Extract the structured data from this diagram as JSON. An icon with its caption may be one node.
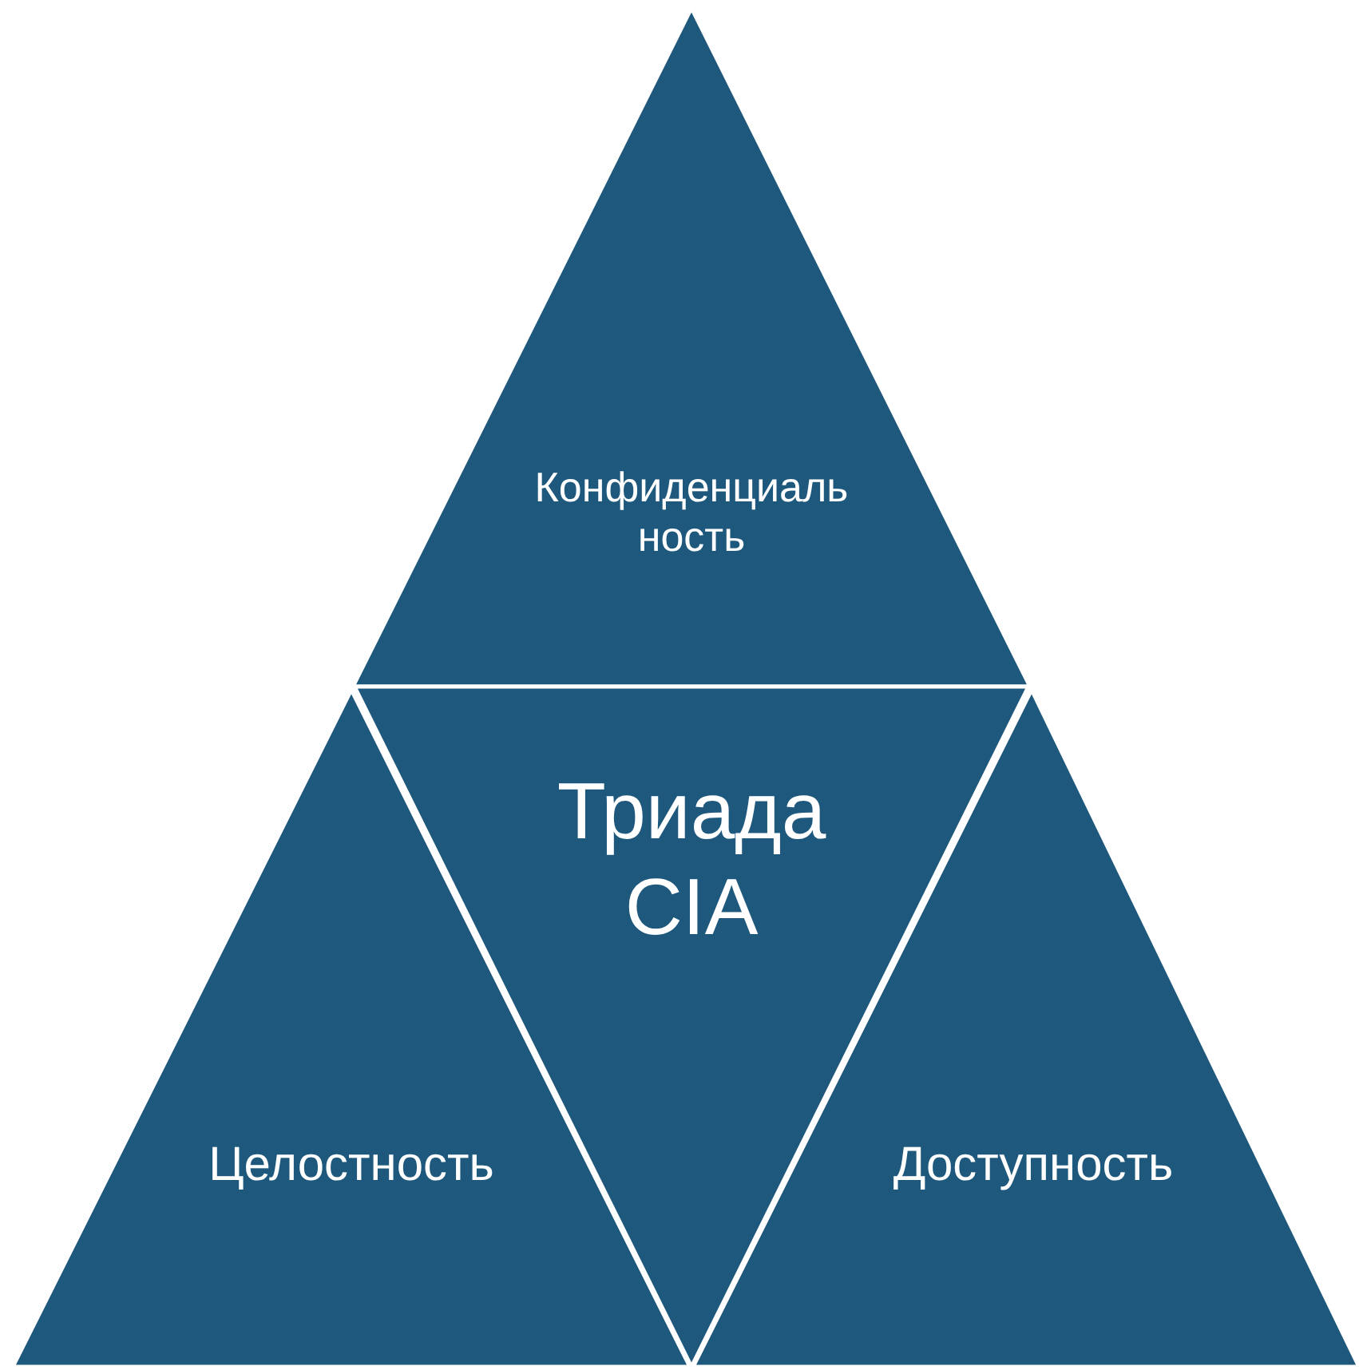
{
  "diagram": {
    "nodes": [
      {
        "text": [
          "Конфиденциальность"
        ]
      },
      {
        "text": [
          "Триада CIA"
        ]
      },
      {
        "text": [
          "Целостность"
        ]
      },
      {
        "text": [
          "Доступность"
        ]
      }
    ]
  }
}
